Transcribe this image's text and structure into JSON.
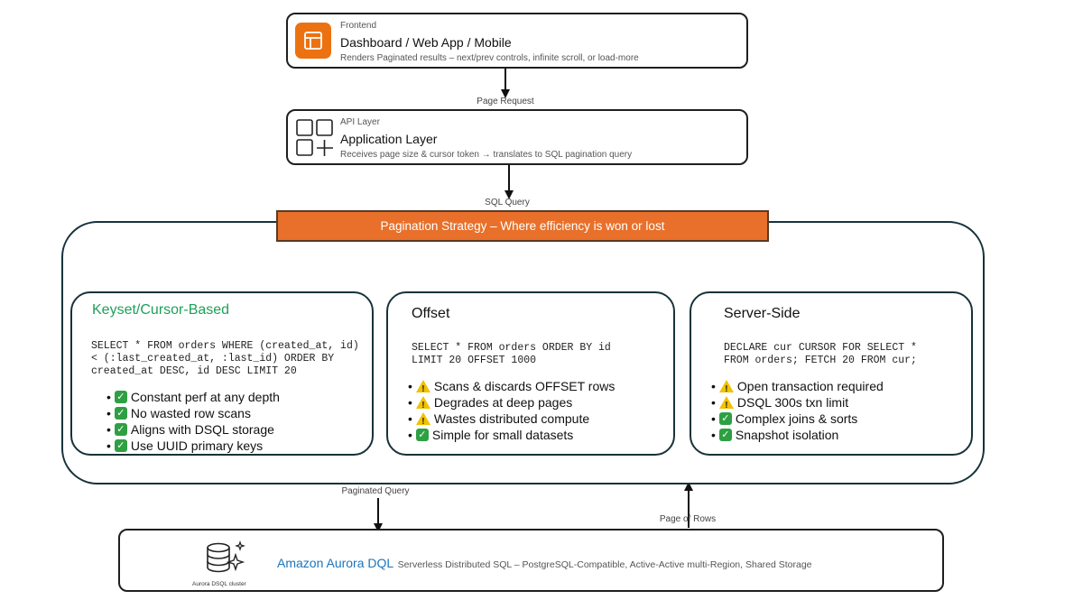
{
  "frontend": {
    "tag": "Frontend",
    "title": "Dashboard / Web App / Mobile",
    "desc": "Renders Paginated results – next/prev controls, infinite scroll, or load-more",
    "icon": "dashboard-layout-icon",
    "icon_color": "#ec7211"
  },
  "arrow_labels": {
    "page_request": "Page Request",
    "sql_query": "SQL Query",
    "paginated_query": "Paginated Query",
    "page_of_rows": "Page of Rows"
  },
  "api": {
    "tag": "API Layer",
    "title": "Application Layer",
    "desc": "Receives page size & cursor token → translates to SQL pagination query",
    "icon": "app-grid-icon"
  },
  "strategy": {
    "label": "Pagination Strategy – Where efficiency is won or lost",
    "color": "#e8702a"
  },
  "panels": {
    "keyset": {
      "title": "Keyset/Cursor-Based",
      "title_color": "#1ea05a",
      "code": "SELECT * FROM orders WHERE (created_at, id) < (:last_created_at, :last_id) ORDER BY created_at DESC, id DESC LIMIT 20",
      "bullets": [
        {
          "icon": "check",
          "text": "Constant perf at any depth"
        },
        {
          "icon": "check",
          "text": "No wasted row scans"
        },
        {
          "icon": "check",
          "text": "Aligns with DSQL storage"
        },
        {
          "icon": "check",
          "text": "Use UUID primary keys"
        }
      ]
    },
    "offset": {
      "title": "Offset",
      "code": "SELECT * FROM orders ORDER BY id LIMIT 20 OFFSET 1000",
      "bullets": [
        {
          "icon": "warning",
          "text": "Scans & discards OFFSET rows"
        },
        {
          "icon": "warning",
          "text": "Degrades at deep pages"
        },
        {
          "icon": "warning",
          "text": "Wastes distributed compute"
        },
        {
          "icon": "check",
          "text": "Simple for small datasets"
        }
      ]
    },
    "server": {
      "title": "Server-Side",
      "code": "DECLARE cur CURSOR FOR SELECT * FROM orders; FETCH 20 FROM cur;",
      "bullets": [
        {
          "icon": "warning",
          "text": "Open transaction required"
        },
        {
          "icon": "warning",
          "text": "DSQL 300s txn limit"
        },
        {
          "icon": "check",
          "text": "Complex joins & sorts"
        },
        {
          "icon": "check",
          "text": "Snapshot isolation"
        }
      ]
    }
  },
  "db": {
    "icon": "database-sparkle-icon",
    "icon_caption": "Aurora DSQL cluster",
    "title": "Amazon Aurora DQL",
    "title_color": "#1b75bc",
    "desc": "Serverless Distributed SQL – PostgreSQL-Compatible, Active-Active multi-Region, Shared Storage"
  }
}
